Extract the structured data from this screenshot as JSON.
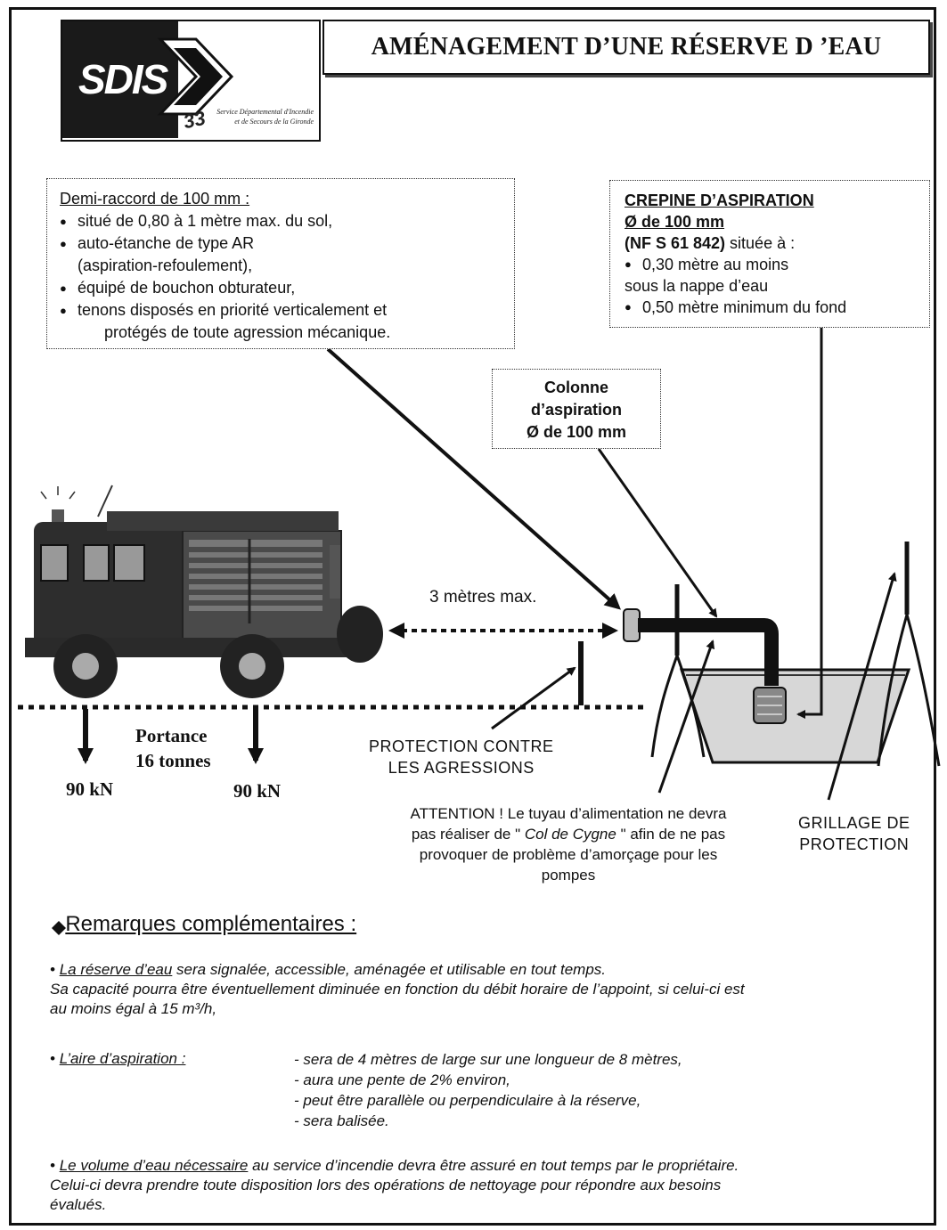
{
  "header": {
    "logo_text": "SDIS",
    "logo_number": "33",
    "logo_subtitle_1": "Service Départemental d'Incendie",
    "logo_subtitle_2": "et de Secours de la Gironde",
    "title": "AMÉNAGEMENT D’UNE RÉSERVE D ’EAU"
  },
  "raccord": {
    "heading": "Demi-raccord de 100 mm :",
    "items": [
      "situé de 0,80 à 1 mètre max. du sol,",
      "auto-étanche de type AR",
      "équipé de bouchon obturateur,",
      "tenons disposés en priorité verticalement et"
    ],
    "item_2_cont": "(aspiration-refoulement),",
    "item_4_cont": "protégés de toute agression mécanique."
  },
  "crepine": {
    "heading_1": "CREPINE D’ASPIRATION",
    "heading_2": "Ø de 100 mm",
    "norm": "(NF S 61 842)",
    "norm_rest": " située à :",
    "item_1": "0,30 mètre au moins",
    "item_1_cont": "sous la nappe d’eau",
    "item_2": "0,50 mètre minimum du fond"
  },
  "colonne": {
    "line_1": "Colonne",
    "line_2": "d’aspiration",
    "line_3": "Ø de 100 mm"
  },
  "diagram": {
    "distance_label": "3 mètres max.",
    "portance_1": "Portance",
    "portance_2": "16 tonnes",
    "force_left": "90 kN",
    "force_right": "90 kN",
    "protection_1": "PROTECTION CONTRE",
    "protection_2": "LES AGRESSIONS",
    "grillage_1": "GRILLAGE DE",
    "grillage_2": "PROTECTION"
  },
  "warning": {
    "line_1": "ATTENTION ! Le tuyau d’alimentation ne devra",
    "line_2_a": "pas réaliser de \"",
    "line_2_i": " Col de Cygne ",
    "line_2_b": "\" afin de ne pas",
    "line_3": "provoquer de problème d’amorçage pour les",
    "line_4": "pompes"
  },
  "remarks": {
    "title": "Remarques complémentaires :",
    "p1_underlined": "La réserve d’eau",
    "p1_rest": " sera signalée, accessible, aménagée et utilisable en tout temps.",
    "p1_line2": "Sa capacité pourra être éventuellement diminuée en fonction du débit horaire de l’appoint, si celui-ci est",
    "p1_line3": "au moins égal à 15 m³/h,",
    "p2_label": "L’aire d’aspiration :",
    "p2_items": [
      "- sera de 4 mètres de large sur une longueur de 8 mètres,",
      "- aura une pente de 2% environ,",
      "- peut être parallèle ou perpendiculaire à la réserve,",
      "- sera balisée."
    ],
    "p3_underlined": "Le volume d’eau nécessaire",
    "p3_rest": " au service d’incendie devra être assuré en tout temps par le propriétaire.",
    "p3_line2": "Celui-ci devra prendre toute disposition lors des opérations de nettoyage pour répondre aux besoins",
    "p3_line3": "évalués."
  }
}
